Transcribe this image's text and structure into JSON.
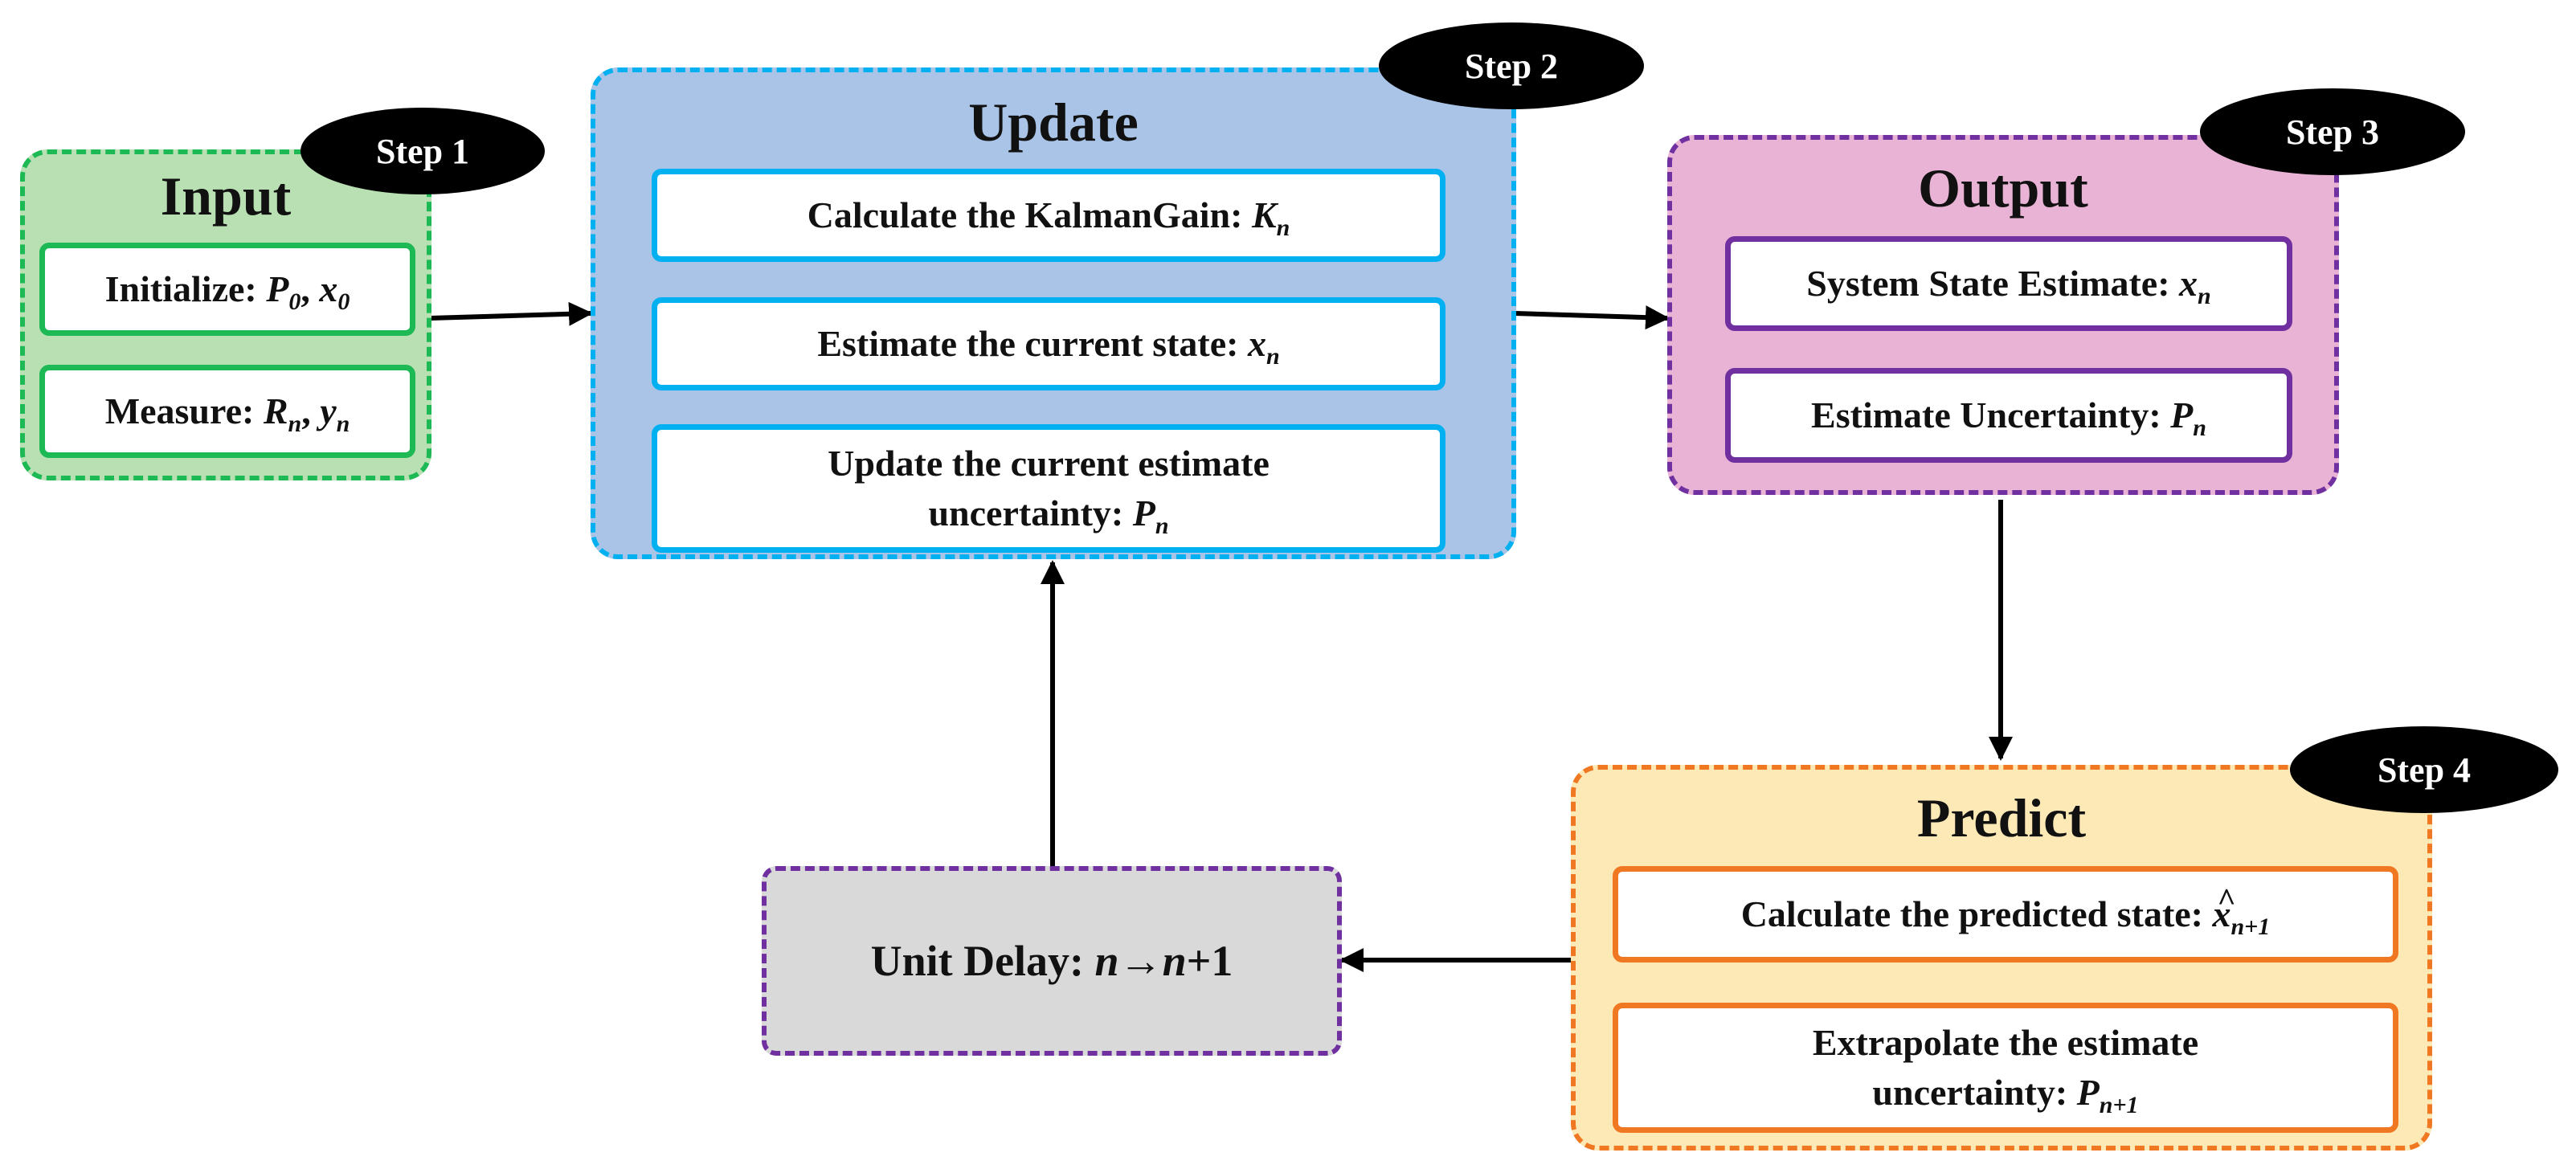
{
  "colors": {
    "input_fill": "#b9e0b3",
    "input_border": "#1db954",
    "update_fill": "#a9c4e6",
    "update_border": "#00b0f0",
    "output_fill": "#e9b3d6",
    "output_border": "#7030a0",
    "predict_fill": "#fde9b6",
    "predict_border": "#f07822",
    "delay_fill": "#d9d9d9",
    "delay_border": "#7030a0",
    "arrow": "#000000",
    "badge": "#000000"
  },
  "input": {
    "badge": "Step 1",
    "title": "Input",
    "initialize": {
      "label": "Initialize: ",
      "v1": "P",
      "v1_sub": "0",
      "sep": ", ",
      "v2": "x",
      "v2_sub": "0"
    },
    "measure": {
      "label": "Measure: ",
      "v1": "R",
      "v1_sub": "n",
      "sep": ", ",
      "v2": "y",
      "v2_sub": "n"
    }
  },
  "update": {
    "badge": "Step 2",
    "title": "Update",
    "gain": {
      "label": "Calculate the KalmanGain: ",
      "var": "K",
      "sub": "n"
    },
    "state": {
      "label": "Estimate the current  state: ",
      "var": "x",
      "sub": "n"
    },
    "uncertainty": {
      "line1": "Update the current  estimate",
      "line2": "uncertainty: ",
      "var": "P",
      "sub": "n"
    }
  },
  "output": {
    "badge": "Step 3",
    "title": "Output",
    "state": {
      "label": "System State Estimate: ",
      "var": "x",
      "sub": "n"
    },
    "uncertainty": {
      "label": "Estimate Uncertainty: ",
      "var": "P",
      "sub": "n"
    }
  },
  "predict": {
    "badge": "Step 4",
    "title": "Predict",
    "state": {
      "label": "Calculate the predicted state: ",
      "var": "x",
      "sub": "n+1"
    },
    "uncertainty": {
      "line1": "Extrapolate the estimate",
      "line2": "uncertainty: ",
      "var": "P",
      "sub": "n+1"
    }
  },
  "delay": {
    "label": "Unit Delay: ",
    "expr_a": "n",
    "arrow": "→",
    "expr_b": "n",
    "expr_c": "+1"
  }
}
